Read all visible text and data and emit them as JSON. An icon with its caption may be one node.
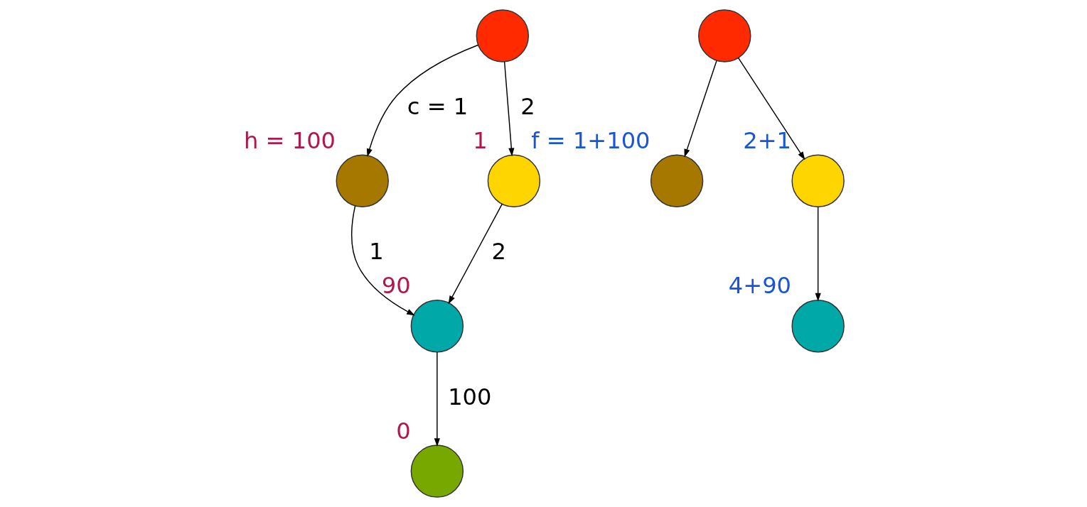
{
  "diagram": {
    "nodes": [
      {
        "text": [],
        "shape": "circle"
      },
      {
        "text": [],
        "shape": "circle",
        "beside": [
          "h = 100"
        ]
      },
      {
        "text": [],
        "shape": "circle",
        "beside": [
          "1"
        ]
      },
      {
        "text": [],
        "shape": "circle",
        "beside": [
          "90"
        ]
      },
      {
        "text": [],
        "shape": "circle",
        "beside": [
          "0"
        ]
      },
      {
        "text": [],
        "shape": "circle"
      },
      {
        "text": [],
        "shape": "circle",
        "beside": [
          "f = 1+100"
        ]
      },
      {
        "text": [],
        "shape": "circle",
        "beside": [
          "2+1"
        ]
      },
      {
        "text": [],
        "shape": "circle",
        "beside": [
          "4+90"
        ]
      }
    ],
    "edges": [
      {
        "from": 0,
        "to": 1,
        "arrow": "to",
        "label": "c = 1"
      },
      {
        "from": 0,
        "to": 2,
        "arrow": "to",
        "label": "2"
      },
      {
        "from": 1,
        "to": 3,
        "arrow": "to",
        "label": "1"
      },
      {
        "from": 2,
        "to": 3,
        "arrow": "to",
        "label": "2"
      },
      {
        "from": 3,
        "to": 4,
        "arrow": "to",
        "label": "100"
      },
      {
        "from": 5,
        "to": 6,
        "arrow": "to"
      },
      {
        "from": 5,
        "to": 7,
        "arrow": "to"
      },
      {
        "from": 7,
        "to": 8,
        "arrow": "to"
      }
    ]
  }
}
